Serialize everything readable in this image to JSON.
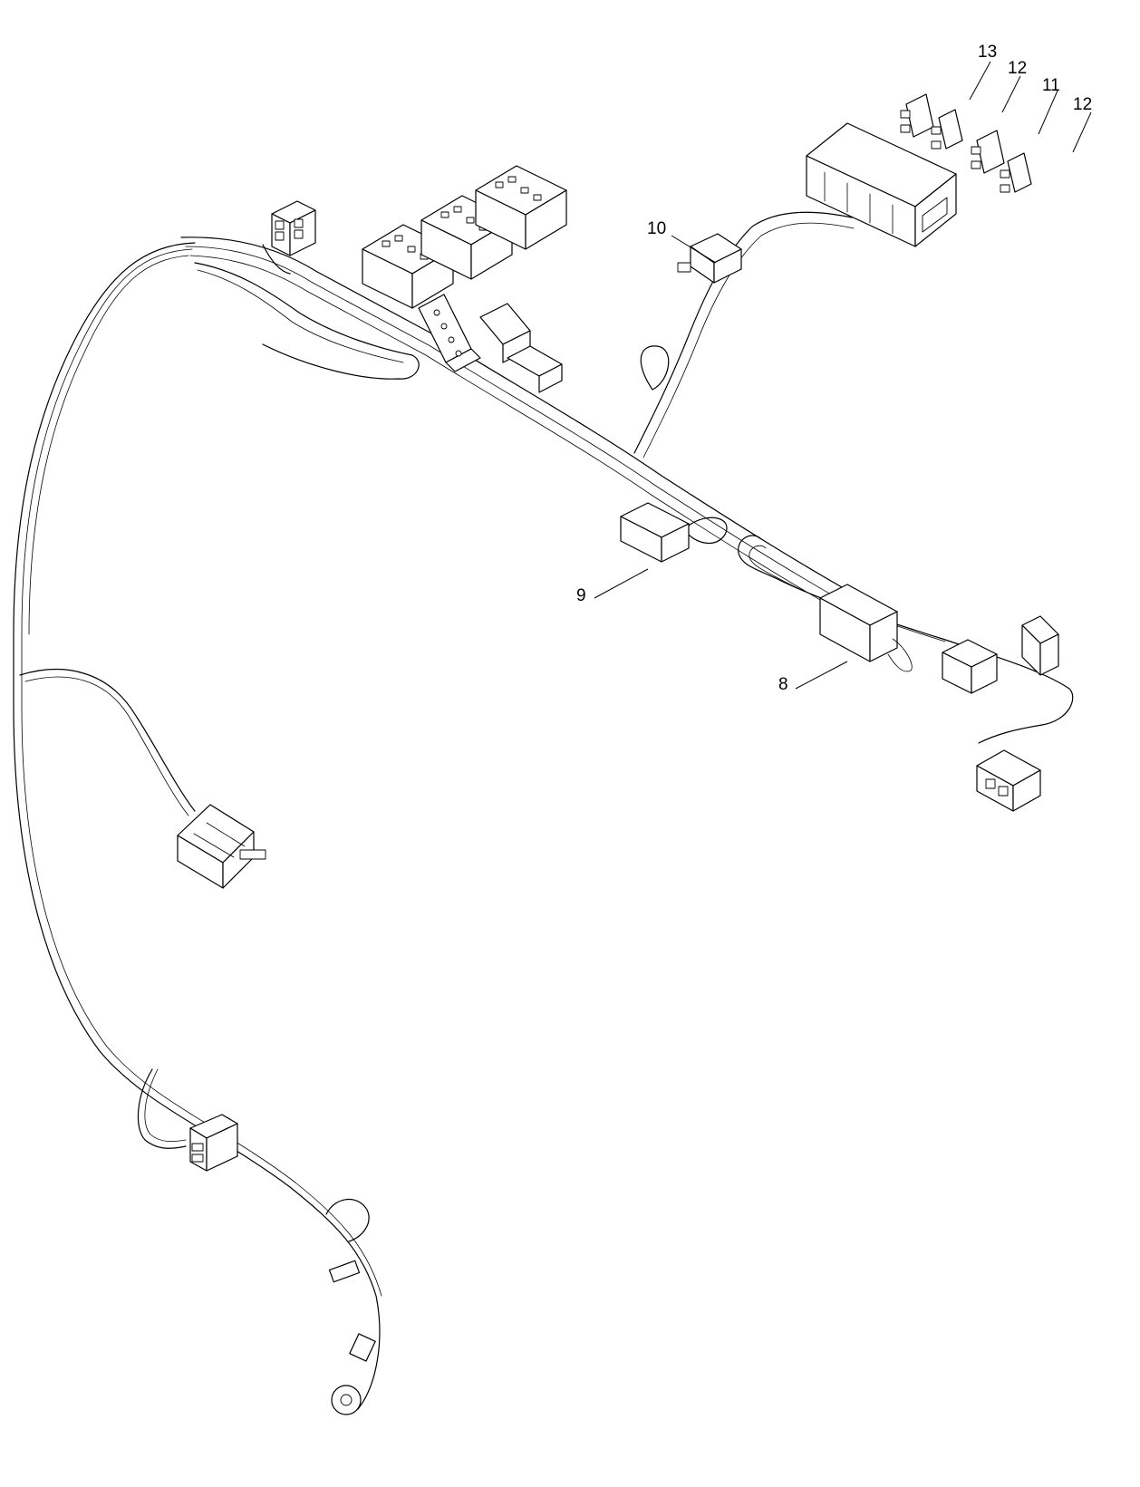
{
  "callouts": {
    "c13": "13",
    "c12a": "12",
    "c11": "11",
    "c12b": "12",
    "c10": "10",
    "c9": "9",
    "c8": "8"
  },
  "colors": {
    "line": "#000000",
    "background": "#ffffff"
  }
}
